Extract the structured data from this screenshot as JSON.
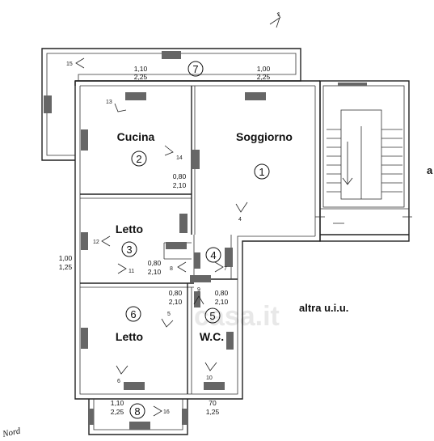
{
  "rooms": {
    "kitchen": {
      "label": "Cucina",
      "number": "2"
    },
    "living": {
      "label": "Soggiorno",
      "number": "1"
    },
    "bedroom_small": {
      "label": "Letto",
      "number": "3"
    },
    "hall": {
      "number": "4"
    },
    "bathroom": {
      "label": "W.C.",
      "number": "5"
    },
    "bedroom_large": {
      "label": "Letto",
      "number": "6"
    },
    "balcony_top": {
      "number": "7"
    },
    "balcony_bottom": {
      "number": "8"
    }
  },
  "dimensions": {
    "balcony_top_left": [
      "1,10",
      "2,25"
    ],
    "balcony_top_right": [
      "1,00",
      "2,25"
    ],
    "kitchen_door": [
      "0,80",
      "2,10"
    ],
    "left_window": [
      "1,00",
      "1,25"
    ],
    "bedroom_door": [
      "0,80",
      "2,10"
    ],
    "hall_door_left": [
      "0,80",
      "2,10"
    ],
    "hall_door_right": [
      "0,80",
      "2,10"
    ],
    "balcony_bottom": [
      "1,10",
      "2,25"
    ],
    "bath_window": [
      "70",
      "1,25"
    ]
  },
  "markers": {
    "m1": "1",
    "m4": "4",
    "m5": "5",
    "m6": "6",
    "m7": "7",
    "m8": "8",
    "m9": "9",
    "m10": "10",
    "m11": "11",
    "m12": "12",
    "m13": "13",
    "m14": "14",
    "m15": "15",
    "m16": "16"
  },
  "notes": {
    "other_unit": "altra u.i.u.",
    "right_edge": "a",
    "north": "Nord",
    "watermark": "casa.it"
  }
}
